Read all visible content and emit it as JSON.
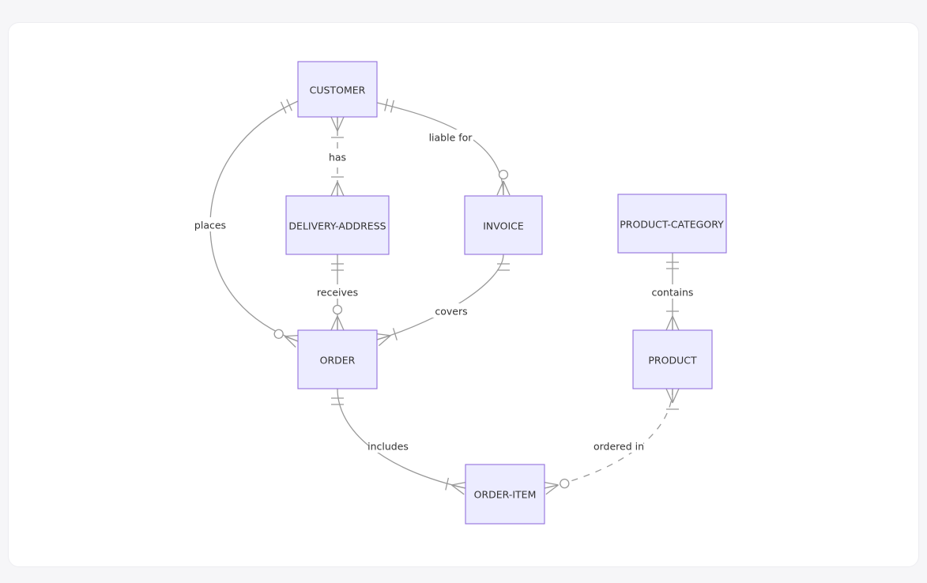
{
  "diagram": {
    "type": "entity-relationship-diagram",
    "colors": {
      "page_background": "#f6f6f8",
      "canvas_background": "#ffffff",
      "entity_fill": "#ECECFF",
      "entity_border": "#9370DB",
      "relationship_line": "#999999",
      "text": "#333333"
    },
    "entities": [
      {
        "id": "CUSTOMER",
        "label": "CUSTOMER"
      },
      {
        "id": "DELIVERY-ADDRESS",
        "label": "DELIVERY-ADDRESS"
      },
      {
        "id": "INVOICE",
        "label": "INVOICE"
      },
      {
        "id": "PRODUCT-CATEGORY",
        "label": "PRODUCT-CATEGORY"
      },
      {
        "id": "ORDER",
        "label": "ORDER"
      },
      {
        "id": "PRODUCT",
        "label": "PRODUCT"
      },
      {
        "id": "ORDER-ITEM",
        "label": "ORDER-ITEM"
      }
    ],
    "relationships": [
      {
        "from": "CUSTOMER",
        "to": "DELIVERY-ADDRESS",
        "label": "has",
        "from_cardinality": "one-or-more",
        "to_cardinality": "one-or-more",
        "line": "dashed"
      },
      {
        "from": "CUSTOMER",
        "to": "ORDER",
        "label": "places",
        "from_cardinality": "exactly-one",
        "to_cardinality": "zero-or-more",
        "line": "solid"
      },
      {
        "from": "CUSTOMER",
        "to": "INVOICE",
        "label": "liable for",
        "from_cardinality": "exactly-one",
        "to_cardinality": "zero-or-more",
        "line": "solid"
      },
      {
        "from": "DELIVERY-ADDRESS",
        "to": "ORDER",
        "label": "receives",
        "from_cardinality": "exactly-one",
        "to_cardinality": "zero-or-more",
        "line": "solid"
      },
      {
        "from": "INVOICE",
        "to": "ORDER",
        "label": "covers",
        "from_cardinality": "exactly-one",
        "to_cardinality": "one-or-more",
        "line": "solid"
      },
      {
        "from": "ORDER",
        "to": "ORDER-ITEM",
        "label": "includes",
        "from_cardinality": "exactly-one",
        "to_cardinality": "one-or-more",
        "line": "solid"
      },
      {
        "from": "PRODUCT-CATEGORY",
        "to": "PRODUCT",
        "label": "contains",
        "from_cardinality": "exactly-one",
        "to_cardinality": "one-or-more",
        "line": "solid"
      },
      {
        "from": "PRODUCT",
        "to": "ORDER-ITEM",
        "label": "ordered in",
        "from_cardinality": "one-or-more",
        "to_cardinality": "zero-or-more",
        "line": "dashed"
      }
    ]
  }
}
